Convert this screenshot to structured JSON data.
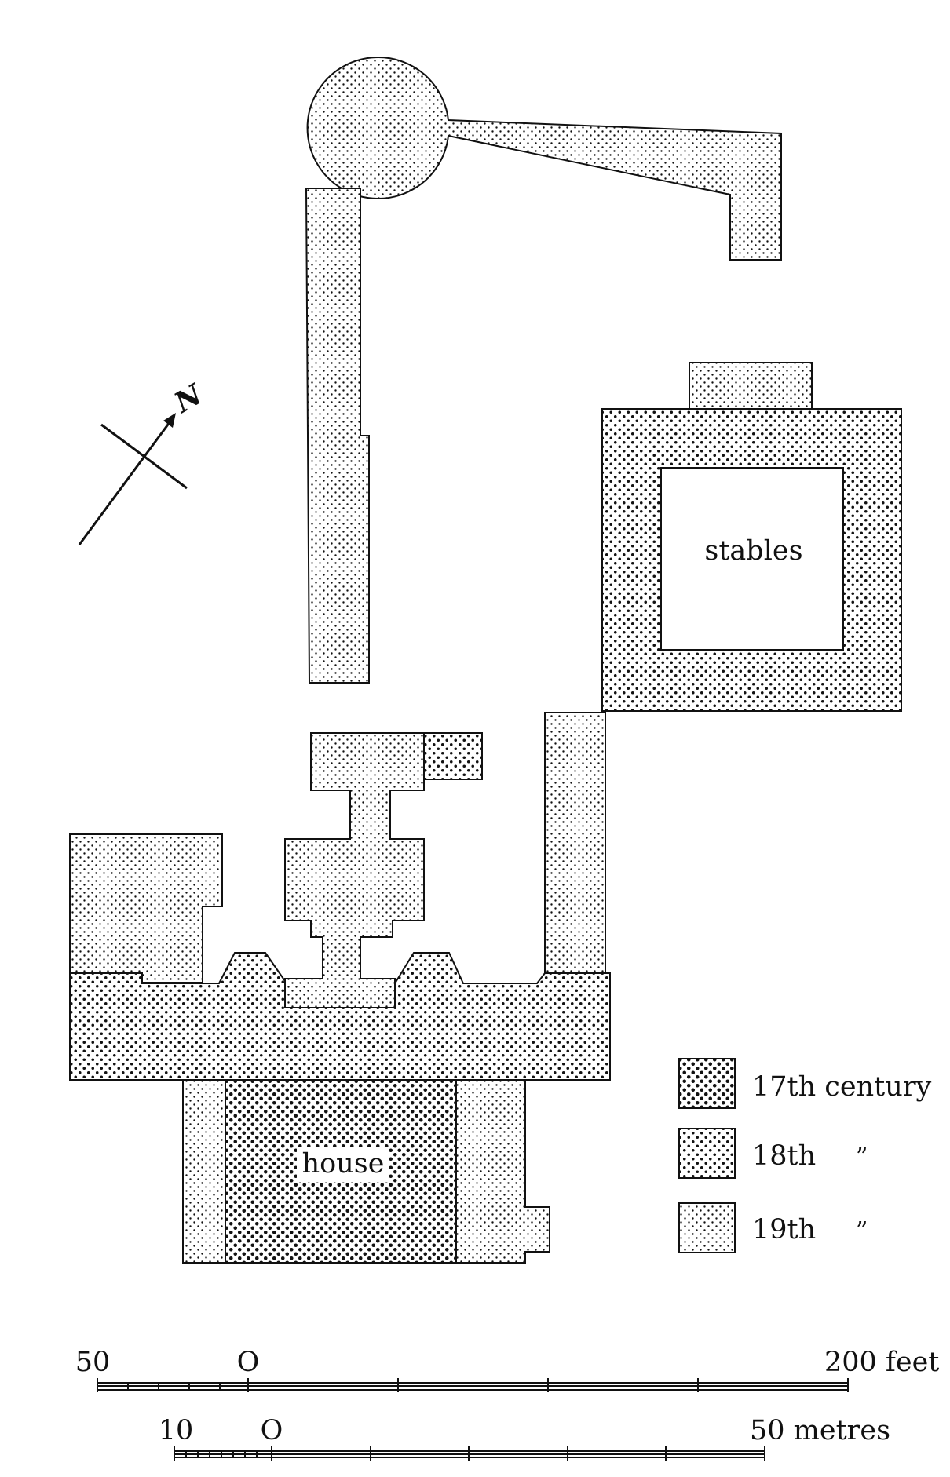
{
  "labels": {
    "north": "N",
    "stables": "stables",
    "house": "house"
  },
  "legend": [
    {
      "period": "17th century",
      "pattern": "dense"
    },
    {
      "period": "18th",
      "ditto": "”",
      "pattern": "medium"
    },
    {
      "period": "19th",
      "ditto": "”",
      "pattern": "light"
    }
  ],
  "scales": {
    "feet": {
      "left": "50",
      "zero": "O",
      "right": "200 feet"
    },
    "metres": {
      "left": "10",
      "zero": "O",
      "right": "50 metres"
    }
  },
  "colors": {
    "ink": "#111111",
    "paper": "#ffffff"
  }
}
